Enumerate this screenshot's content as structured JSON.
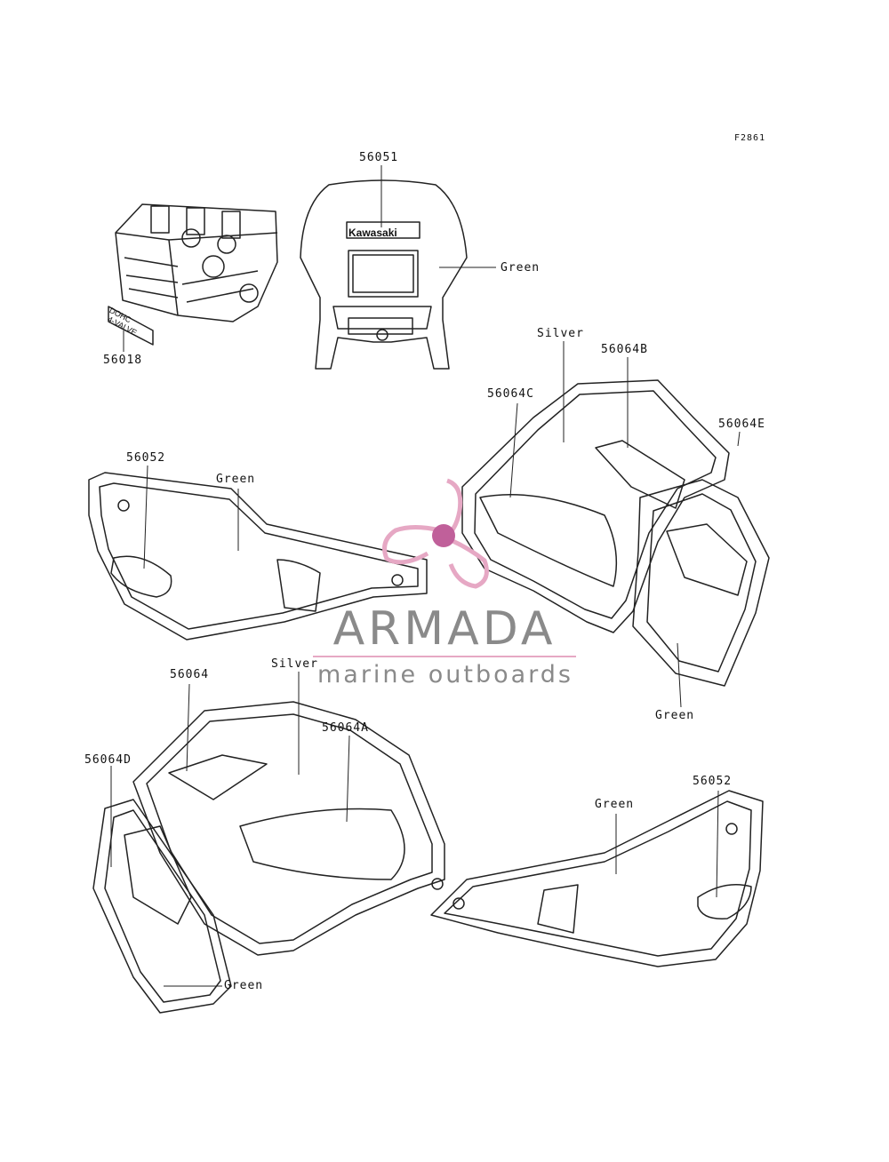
{
  "figure_code": "F2861",
  "callouts": {
    "p56051": "56051",
    "p56018": "56018",
    "p56052_top": "56052",
    "p56052_bottom": "56052",
    "p56064": "56064",
    "p56064A": "56064A",
    "p56064B": "56064B",
    "p56064C": "56064C",
    "p56064D": "56064D",
    "p56064E": "56064E"
  },
  "colors": {
    "green_fairing": "Green",
    "green_side_top": "Green",
    "green_right_panel": "Green",
    "green_side_bottom": "Green",
    "green_left_panel": "Green",
    "silver_top": "Silver",
    "silver_bottom": "Silver"
  },
  "decals": {
    "kawasaki": "Kawasaki",
    "dohc_line1": "DOHC",
    "dohc_line2": "4-VALVE"
  },
  "watermark": {
    "brand": "ARMADA",
    "tagline": "marine outboards",
    "accent_color": "#e6a8c4",
    "text_color": "#8a8a8a"
  }
}
